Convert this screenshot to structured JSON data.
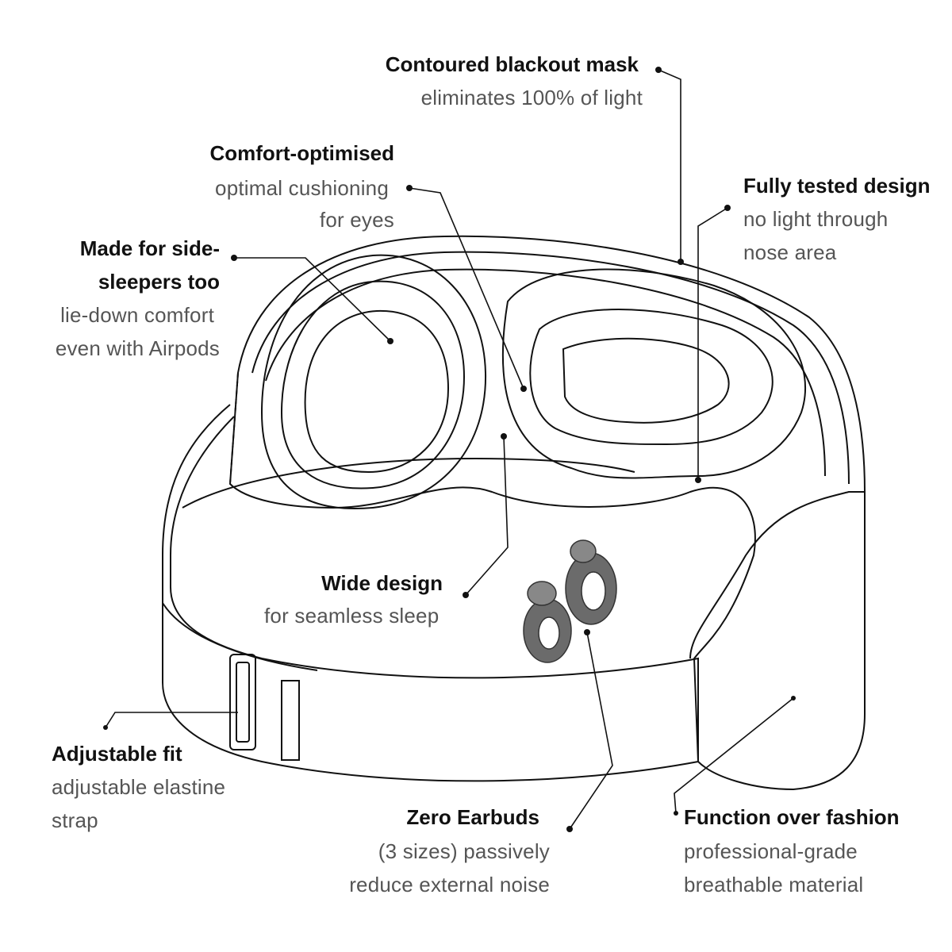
{
  "annotations": {
    "blackout": {
      "title": "Contoured blackout mask",
      "lines": [
        "eliminates 100% of light"
      ]
    },
    "comfort": {
      "title": "Comfort-optimised",
      "lines": [
        "optimal cushioning",
        "for eyes"
      ]
    },
    "tested": {
      "title": "Fully tested design",
      "lines": [
        "no light through",
        "nose area"
      ]
    },
    "side": {
      "title_lines": [
        "Made for side-",
        "sleepers too"
      ],
      "lines": [
        "lie-down comfort",
        "even with Airpods"
      ]
    },
    "wide": {
      "title": "Wide design",
      "lines": [
        "for seamless sleep"
      ]
    },
    "fit": {
      "title": "Adjustable fit",
      "lines": [
        "adjustable elastine",
        "strap"
      ]
    },
    "earbuds": {
      "title": "Zero Earbuds",
      "lines": [
        "(3 sizes) passively",
        "reduce external noise"
      ]
    },
    "fashion": {
      "title": "Function over fashion",
      "lines": [
        "professional-grade",
        "breathable material"
      ]
    }
  },
  "colors": {
    "line": "#111111",
    "earbud": "#6b6b6b"
  }
}
